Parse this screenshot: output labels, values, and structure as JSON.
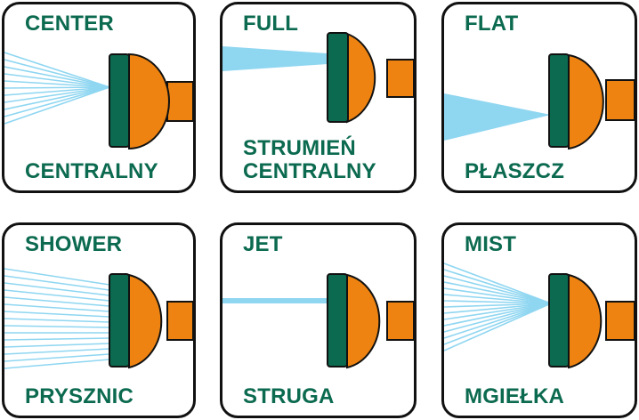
{
  "colors": {
    "green": "#0b6a4f",
    "orange": "#ee8311",
    "water": "#8fd6f1",
    "border": "#111111"
  },
  "tiles": [
    {
      "mode": "center",
      "spray": "fan-converging",
      "label_en": "CENTER",
      "label_pl": "CENTRALNY"
    },
    {
      "mode": "full",
      "spray": "wide-beam",
      "label_en": "FULL",
      "label_pl_lines": [
        "STRUMIEŃ",
        "CENTRALNY"
      ]
    },
    {
      "mode": "flat",
      "spray": "flat-wedge",
      "label_en": "FLAT",
      "label_pl": "PŁASZCZ"
    },
    {
      "mode": "shower",
      "spray": "parallel-lines",
      "label_en": "SHOWER",
      "label_pl": "PRYSZNIC"
    },
    {
      "mode": "jet",
      "spray": "single-stream",
      "label_en": "JET",
      "label_pl": "STRUGA"
    },
    {
      "mode": "mist",
      "spray": "fan-converging",
      "label_en": "MIST",
      "label_pl": "MGIEŁKA"
    }
  ]
}
